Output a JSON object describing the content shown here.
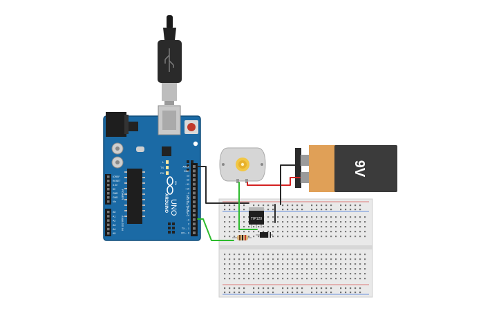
{
  "arduino": {
    "brand": "ARDUINO",
    "model": "UNO",
    "power_header_label": "POWER",
    "analog_header_label": "ANALOG IN",
    "digital_header_label": "DIGITAL (PWM~)",
    "digital_pins": [
      "AREF",
      "GND",
      "13",
      "12",
      "~11",
      "~10",
      "~9",
      "8",
      "7",
      "~6",
      "~5",
      "4",
      "~3",
      "2",
      "TX→ 1",
      "RX← 0"
    ],
    "power_pins": [
      "IOREF",
      "RESET",
      "3.3V",
      "5V",
      "GND",
      "GND",
      "Vin"
    ],
    "analog_pins": [
      "A0",
      "A1",
      "A2",
      "A3",
      "A4",
      "A5"
    ],
    "led_labels": [
      "L",
      "TX",
      "RX"
    ],
    "on_label": "ON"
  },
  "battery": {
    "label": "9V"
  },
  "transistor": {
    "label": "TIP120"
  },
  "colors": {
    "arduino_blue": "#1b6aa5",
    "arduino_dark": "#0f4c7a",
    "battery_body": "#3b3b3b",
    "battery_copper": "#e0a057",
    "breadboard": "#e9e9e9",
    "wire_green": "#2dbb2d",
    "wire_black": "#2a2a2a",
    "wire_red": "#d42020",
    "motor_body": "#d6d6d6",
    "motor_gear": "#f2c744"
  },
  "icons": {
    "usb_cable": "usb-cable-icon",
    "motor": "dc-motor-icon",
    "diode": "diode-icon",
    "resistor": "resistor-icon"
  }
}
